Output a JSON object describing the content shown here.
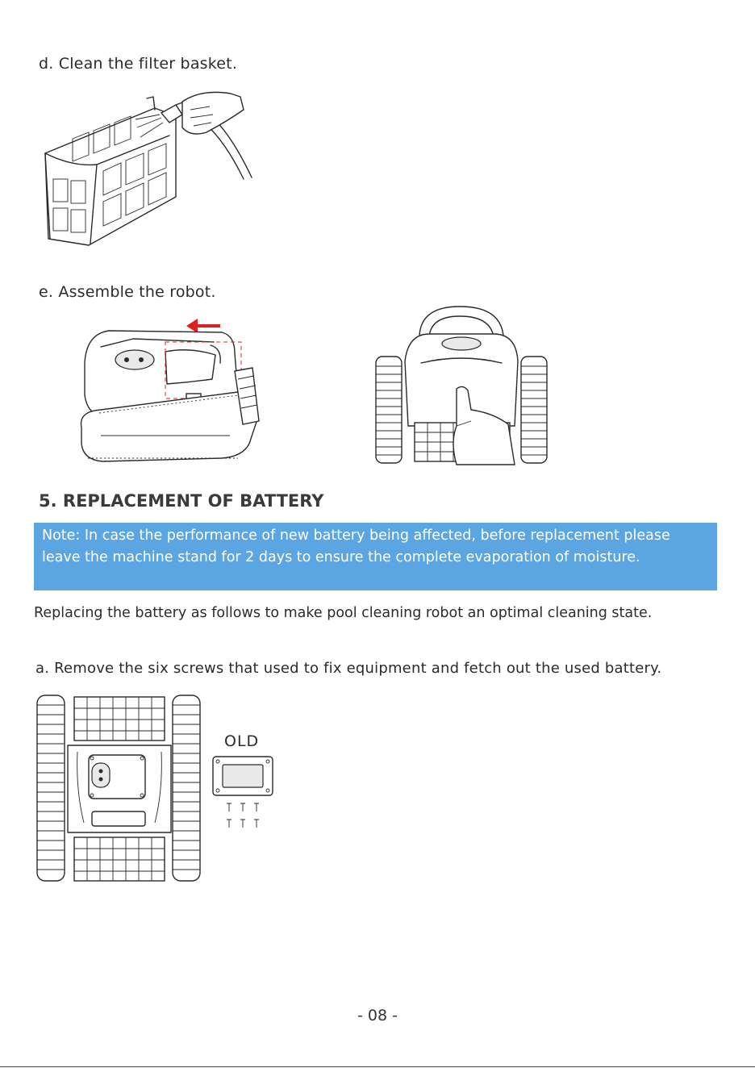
{
  "steps": {
    "d": "d. Clean the filter basket.",
    "e": "e. Assemble the robot.",
    "a": "a. Remove the six screws that used to fix equipment and fetch out the used battery."
  },
  "section": {
    "title": "5. REPLACEMENT OF BATTERY"
  },
  "note": {
    "text": "Note: In case the performance of new battery being affected, before replacement please leave the machine stand for 2 days to ensure the complete evaporation of moisture.",
    "background": "#5ba5e2"
  },
  "intro": "Replacing the battery as follows to make pool cleaning robot an optimal cleaning state.",
  "figures": {
    "old_label": "OLD",
    "arrow_color": "#e02020"
  },
  "footer": {
    "page_number": "- 08 -"
  }
}
